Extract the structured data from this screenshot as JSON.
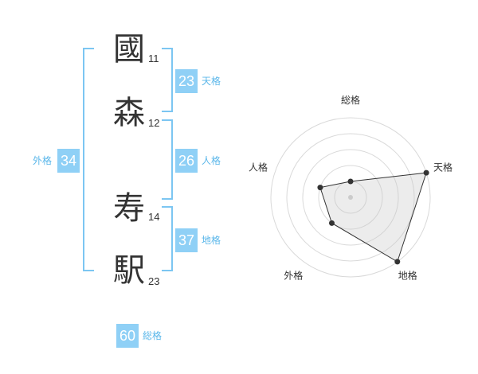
{
  "characters": [
    {
      "char": "國",
      "strokes": "11"
    },
    {
      "char": "森",
      "strokes": "12"
    },
    {
      "char": "寿",
      "strokes": "14"
    },
    {
      "char": "駅",
      "strokes": "23"
    }
  ],
  "kakusu": {
    "tenkaku": {
      "value": "23",
      "label": "天格"
    },
    "jinkaku": {
      "value": "26",
      "label": "人格"
    },
    "chikaku": {
      "value": "37",
      "label": "地格"
    },
    "gaikaku": {
      "value": "34",
      "label": "外格"
    },
    "soukaku": {
      "value": "60",
      "label": "総格"
    }
  },
  "colors": {
    "badge": "#8fd0f6",
    "bracket": "#7cc6f2",
    "label": "#5bb7ea"
  },
  "chart_data": {
    "type": "radar",
    "axes": [
      "総格",
      "天格",
      "地格",
      "外格",
      "人格"
    ],
    "values": [
      1,
      5,
      5,
      2,
      2
    ],
    "range": [
      0,
      5
    ],
    "grid_rings": 5
  }
}
